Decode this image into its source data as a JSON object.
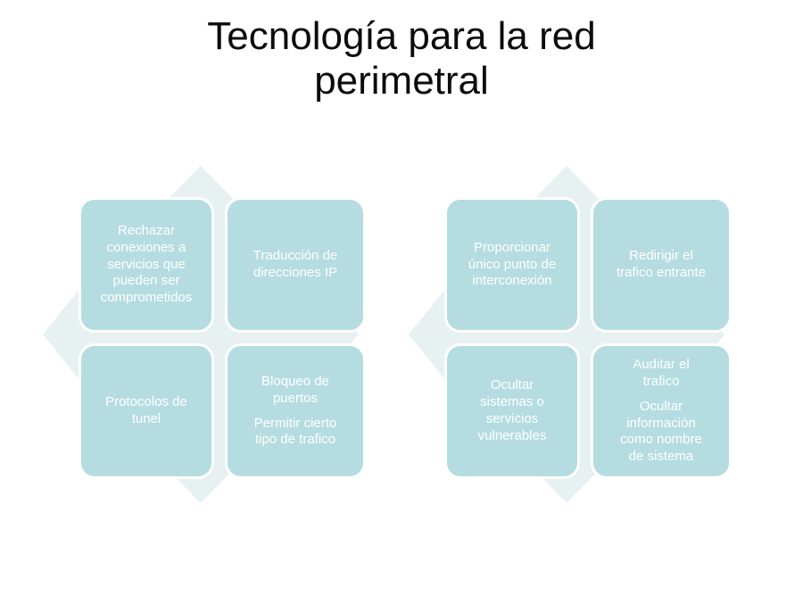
{
  "slide": {
    "title": "Tecnología para la red\nperimetral",
    "background_color": "#ffffff",
    "title_color": "#0c0c0c"
  },
  "theme": {
    "node_fill": "#b5dce1",
    "node_border": "#ffffff",
    "node_text": "#ffffff",
    "arrow_fill": "#e7f1f2"
  },
  "diagram": {
    "type": "two four-way arrow SmartArt clusters",
    "clusters": [
      {
        "name": "firewall-capabilities",
        "nodes": [
          {
            "position": "top-left",
            "paragraphs": [
              "Rechazar\nconexiones a\nservicios que\npueden ser\ncomprometidos"
            ]
          },
          {
            "position": "top-right",
            "paragraphs": [
              "Traducción de\ndirecciones IP"
            ]
          },
          {
            "position": "bottom-left",
            "paragraphs": [
              "Protocolos de\ntunel"
            ]
          },
          {
            "position": "bottom-right",
            "paragraphs": [
              "Bloqueo de\npuertos",
              "Permitir cierto\ntipo de trafico"
            ]
          }
        ]
      },
      {
        "name": "perimeter-network-capabilities",
        "nodes": [
          {
            "position": "top-left",
            "paragraphs": [
              "Proporcionar\núnico punto de\ninterconexión"
            ]
          },
          {
            "position": "top-right",
            "paragraphs": [
              "Redirigir el\ntrafico entrante"
            ]
          },
          {
            "position": "bottom-left",
            "paragraphs": [
              "Ocultar\nsistemas o\nservicios\nvulnerables"
            ]
          },
          {
            "position": "bottom-right",
            "paragraphs": [
              "Auditar el\ntrafico",
              "Ocultar\ninformación\ncomo nombre\nde sistema"
            ]
          }
        ]
      }
    ]
  }
}
